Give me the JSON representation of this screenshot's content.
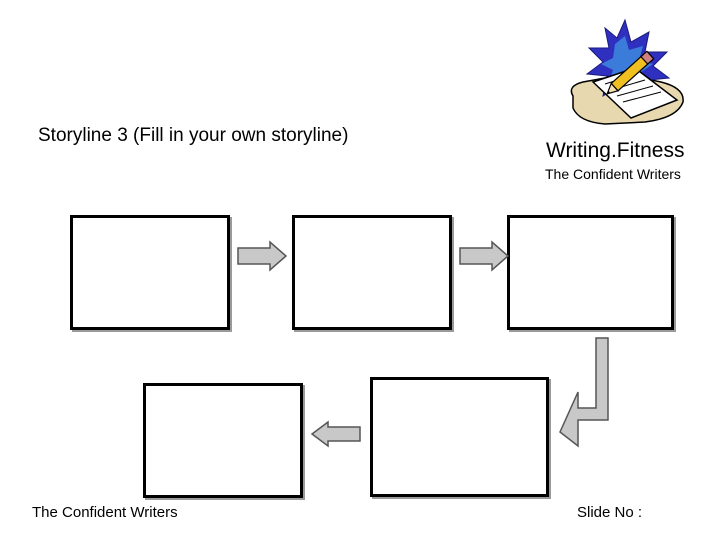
{
  "slide": {
    "title": "Storyline 3 (Fill in your own storyline)",
    "brand_title": "Writing.Fitness",
    "brand_subtitle": "The Confident Writers",
    "footer_left": "The Confident Writers",
    "footer_right": "Slide No :"
  },
  "logo": {
    "icon": "writing-pencil-paper-icon",
    "colors": {
      "starburst": "#3030c0",
      "burst_rays": "#3f8fe0",
      "pencil": "#f0c020",
      "desk": "#e8d8b0"
    }
  },
  "storyline": {
    "frames": [
      "",
      "",
      "",
      "",
      ""
    ],
    "flow": [
      "frame-1 → frame-2",
      "frame-2 → frame-3",
      "frame-3 → frame-4",
      "frame-4 → frame-5"
    ],
    "colors": {
      "frame_border": "#000000",
      "arrow_fill": "#c8c8c8",
      "arrow_stroke": "#555555"
    }
  }
}
